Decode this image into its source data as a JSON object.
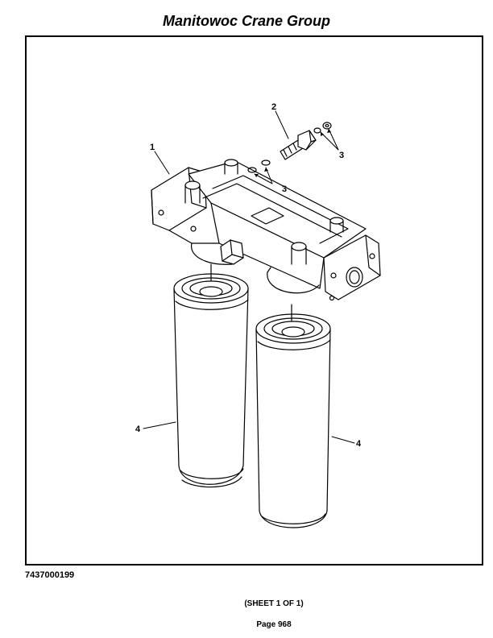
{
  "header": {
    "title": "Manitowoc Crane Group"
  },
  "drawing": {
    "callouts": {
      "c1": "1",
      "c2": "2",
      "c3a": "3",
      "c3b": "3",
      "c4a": "4",
      "c4b": "4"
    }
  },
  "footer": {
    "drawing_number": "7437000199",
    "sheet": "(SHEET 1 OF 1)",
    "page": "Page 968"
  }
}
